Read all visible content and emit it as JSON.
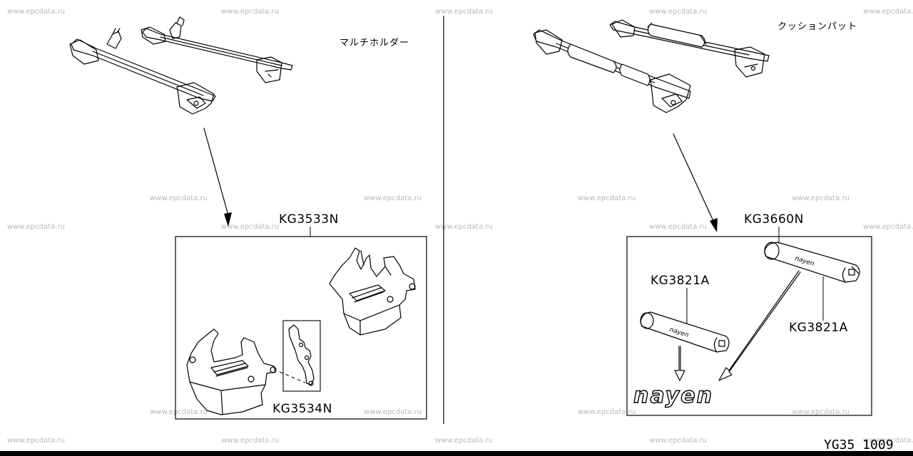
{
  "watermark": "www.epcdata.ru",
  "left": {
    "caption": "マルチホルダー",
    "box_label": "KG3533N",
    "sub_label": "KG3534N"
  },
  "right": {
    "caption": "クッションパット",
    "box_label": "KG3660N",
    "pad_label_left": "KG3821A",
    "pad_label_right": "KG3821A",
    "brand_text": "nayen",
    "pad_print": "nayen"
  },
  "diagram_code": "YG35 1009"
}
